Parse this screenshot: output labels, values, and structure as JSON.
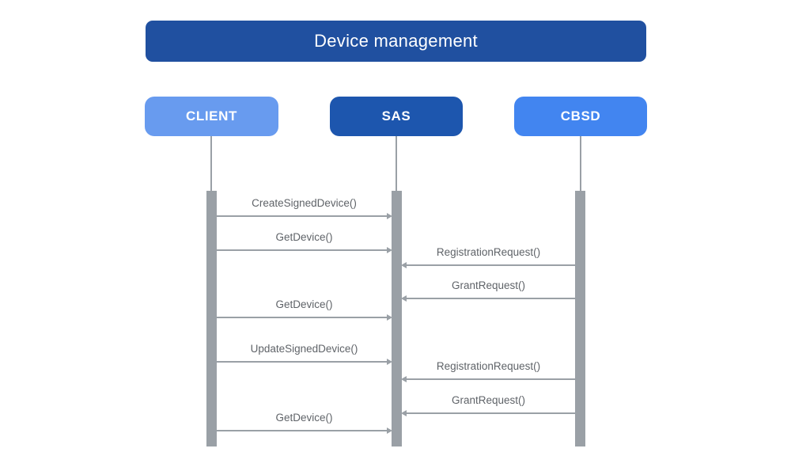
{
  "diagram": {
    "type": "sequence-diagram",
    "title": "Device management"
  },
  "colors": {
    "title_bg": "#2050a0",
    "title_text": "#ffffff",
    "client_bg": "#689bef",
    "sas_bg": "#1d56ae",
    "cbsd_bg": "#4285f0",
    "actor_text": "#ffffff",
    "lifeline_gray": "#9aa0a6",
    "bar_gray": "#9aa0a6",
    "message_text": "#5f6368",
    "background": "#ffffff"
  },
  "actors": [
    {
      "id": "client",
      "label": "CLIENT"
    },
    {
      "id": "sas",
      "label": "SAS"
    },
    {
      "id": "cbsd",
      "label": "CBSD"
    }
  ],
  "messages": [
    {
      "label": "CreateSignedDevice()",
      "from": "CLIENT",
      "to": "SAS"
    },
    {
      "label": "GetDevice()",
      "from": "CLIENT",
      "to": "SAS"
    },
    {
      "label": "RegistrationRequest()",
      "from": "CBSD",
      "to": "SAS"
    },
    {
      "label": "GrantRequest()",
      "from": "CBSD",
      "to": "SAS"
    },
    {
      "label": "GetDevice()",
      "from": "CLIENT",
      "to": "SAS"
    },
    {
      "label": "UpdateSignedDevice()",
      "from": "CLIENT",
      "to": "SAS"
    },
    {
      "label": "RegistrationRequest()",
      "from": "CBSD",
      "to": "SAS"
    },
    {
      "label": "GrantRequest()",
      "from": "CBSD",
      "to": "SAS"
    },
    {
      "label": "GetDevice()",
      "from": "CLIENT",
      "to": "SAS"
    }
  ]
}
